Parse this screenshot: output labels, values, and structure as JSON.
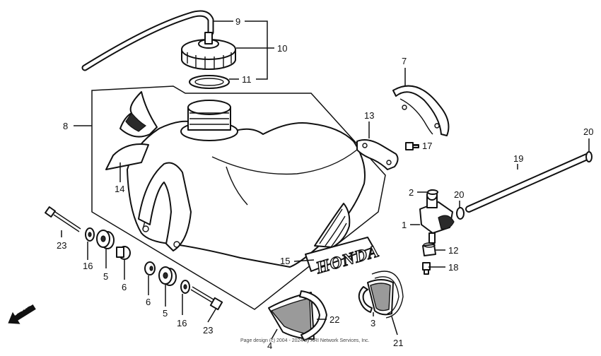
{
  "callouts": {
    "c1": "1",
    "c2": "2",
    "c3": "3",
    "c4": "4",
    "c5a": "5",
    "c5b": "5",
    "c6a": "6",
    "c6b": "6",
    "c7": "7",
    "c8": "8",
    "c9": "9",
    "c10": "10",
    "c11": "11",
    "c12": "12",
    "c13": "13",
    "c14": "14",
    "c15": "15",
    "c16a": "16",
    "c16b": "16",
    "c17": "17",
    "c18": "18",
    "c19": "19",
    "c20a": "20",
    "c20b": "20",
    "c21": "21",
    "c22": "22",
    "c23a": "23",
    "c23b": "23"
  },
  "fwd_label": "FWD",
  "emblem_text": "HONDA",
  "copyright_text": "Page design (c) 2004 - 2024 by ARI Network Services, Inc.",
  "colors": {
    "line": "#111111",
    "shade": "#9a9a9a",
    "background": "#ffffff"
  }
}
